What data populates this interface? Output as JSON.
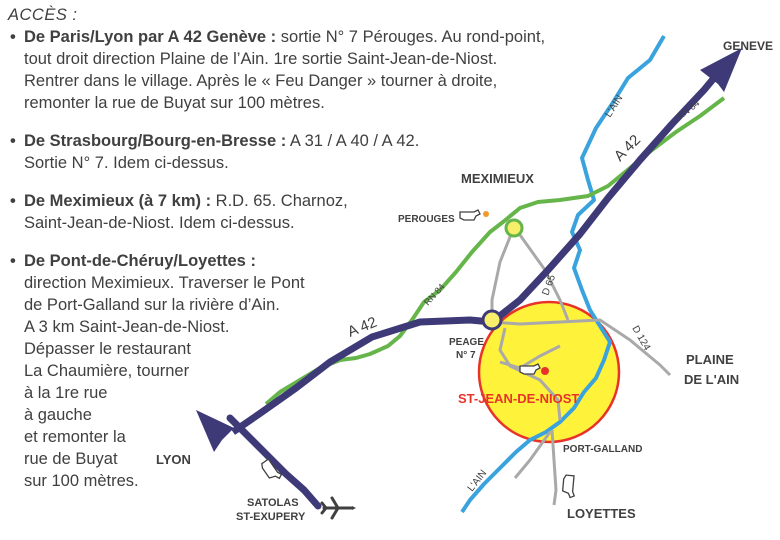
{
  "heading": "ACCÈS :",
  "entries": [
    {
      "title": "De Paris/Lyon par A 42 Genève :",
      "lines": [
        "sortie N° 7 Pérouges. Au rond-point,",
        "tout droit direction Plaine de l’Ain. 1re sortie Saint-Jean-de-Niost.",
        "Rentrer dans le village. Après le « Feu Danger » tourner à droite,",
        "remonter la rue de Buyat sur 100 mètres."
      ]
    },
    {
      "title": "De Strasbourg/Bourg-en-Bresse :",
      "lines": [
        "A 31 / A 40 / A 42.",
        "Sortie N° 7. Idem ci-dessus."
      ]
    },
    {
      "title": "De Meximieux (à 7 km) :",
      "lines": [
        "R.D. 65. Charnoz,",
        "Saint-Jean-de-Niost. Idem ci-dessus."
      ]
    },
    {
      "title": "De Pont-de-Chéruy/Loyettes :",
      "lines": [
        "direction Meximieux. Traverser le Pont",
        "de Port-Galland sur la rivière d’Ain.",
        "A 3 km Saint-Jean-de-Niost.",
        "Dépasser le restaurant",
        "La Chaumière, tourner",
        "à la 1re rue",
        "à gauche",
        "et remonter la",
        "rue de Buyat",
        "sur 100 mètres."
      ]
    }
  ],
  "map": {
    "places": {
      "geneve": "GENEVE",
      "meximieux": "MEXIMIEUX",
      "perouges": "PEROUGES",
      "peage": "PEAGE",
      "peage_num": "N° 7",
      "plaine1": "PLAINE",
      "plaine2": "DE L'AIN",
      "niost": "ST-JEAN-DE-NIOST",
      "port_galland": "PORT-GALLAND",
      "loyettes": "LOYETTES",
      "lyon": "LYON",
      "satolas1": "SATOLAS",
      "satolas2": "ST-EXUPERY"
    },
    "roads": {
      "a42_north": "A 42",
      "a42_south": "A 42",
      "rn84_north": "RN 84",
      "rn84_mid": "RN 84",
      "d65": "D 65",
      "d124": "D 124"
    },
    "rivers": {
      "ain_north": "L'AIN",
      "ain_south": "L'AIN"
    },
    "colors": {
      "motorway": "#3e3a78",
      "national_road": "#66b54a",
      "river": "#3aa3dd",
      "minor_road": "#a9a9a9",
      "village_zone": "#fff23a",
      "village_border": "#e8322a",
      "village_label": "#e8322a"
    },
    "icons": [
      "pointing-hand-icon",
      "airplane-icon",
      "motorway-arrow-icon"
    ]
  }
}
